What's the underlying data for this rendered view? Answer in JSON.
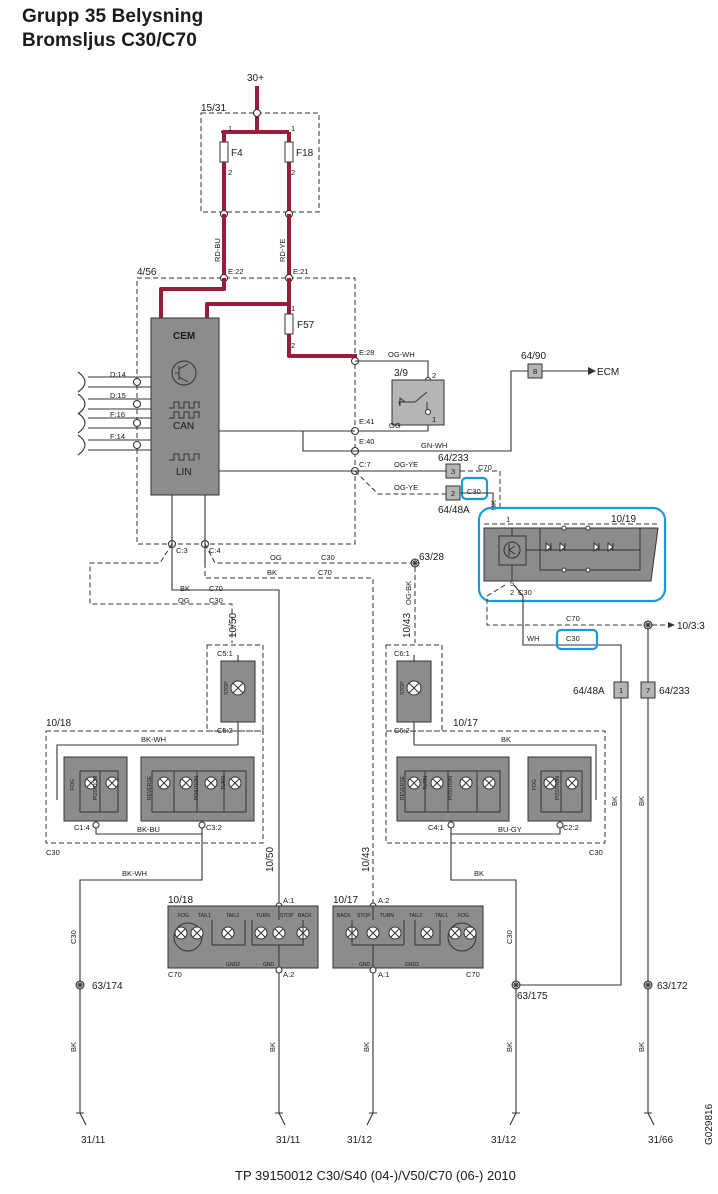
{
  "header": {
    "title_line1": "Grupp 35 Belysning",
    "title_line2": "Bromsljus C30/C70"
  },
  "footer": {
    "text": "TP 39150012 C30/S40 (04-)/V50/C70 (06-) 2010"
  },
  "drawing_id": "G029816",
  "colors": {
    "power_wire": "#9a1c3a",
    "highlight": "#1a9ad6",
    "module_fill": "#8c8c8c"
  },
  "labels": {
    "supply": "30+",
    "fusebox": "15/31",
    "fuse_f4": "F4",
    "fuse_f18": "F18",
    "fuse_f57": "F57",
    "pin1": "1",
    "pin2": "2",
    "pin1b": "1",
    "pin2b": "2",
    "pin1c": "1",
    "pin2c": "2",
    "wire_rd_bu": "RD-BU",
    "wire_rd_ye": "RD-YE",
    "cem_box": "4/56",
    "e22": "E:22",
    "e21": "E:21",
    "cem": "CEM",
    "can": "CAN",
    "lin": "LIN",
    "d14": "D:14",
    "d15": "D:15",
    "f16": "F:16",
    "f14": "F:14",
    "e28": "E:28",
    "e41": "E:41",
    "e40": "E:40",
    "c7": "C:7",
    "c3": "C:3",
    "c4": "C:4",
    "og_wh": "OG-WH",
    "og": "OG",
    "gn_wh": "GN-WH",
    "og_ye1": "OG-YE",
    "og_ye2": "OG-YE",
    "switch": "3/9",
    "sw_pin2": "2",
    "sw_pin1": "1",
    "ecm_conn": "64/90",
    "ecm_pin": "8",
    "ecm": "ECM",
    "conn_64_233": "64/233",
    "conn_64_48a": "64/48A",
    "pin3": "3",
    "pin2d": "2",
    "c70_a": "C70",
    "c30_a": "C30",
    "bk_a": "BK",
    "hmsl": "10/19",
    "hmsl_pin1": "1",
    "hmsl_pin5": "5",
    "hmsl_pin2": "2",
    "hmsl_c30": "C30",
    "splice_63_28": "63/28",
    "og_bk": "OG-BK",
    "og_c3": "OG",
    "c30_c3": "C30",
    "bk_c4": "BK",
    "c70_c4": "C70",
    "bk_b": "BK",
    "c70_b": "C70",
    "og_b": "OG",
    "c30_b": "C30",
    "c70_wire": "C70",
    "wh": "WH",
    "c30_wire": "C30",
    "splice_10_3_3": "10/3:3",
    "conn_64_48a_b": "64/48A",
    "pin1d": "1",
    "pin7": "7",
    "conn_64_233_b": "64/233",
    "lamp_10_50": "10/50",
    "lamp_10_43": "10/43",
    "c5_1": "C5:1",
    "c5_2": "C5:2",
    "c6_1": "C6:1",
    "c6_2": "C6:2",
    "stop": "STOP",
    "stop_b": "STOP",
    "rl_10_18": "10/18",
    "rr_10_17": "10/17",
    "bk_wh": "BK-WH",
    "bk_c": "BK",
    "c1_4": "C1:4",
    "c3_2": "C3:2",
    "bk_bu": "BK-BU",
    "c4_1": "C4:1",
    "c2_2": "C2:2",
    "bu_gy": "BU-GY",
    "c30_l": "C30",
    "c30_r": "C30",
    "fog_l": "FOG",
    "pos_l": "POSITION",
    "reverse_l": "REVERSE",
    "turn_l": "TURN",
    "pos_l2": "POSITION",
    "reverse_r": "REVERSE",
    "turn_r": "TURN",
    "pos_r": "POSITION",
    "fog_r": "FOG",
    "pos_r2": "POSITION",
    "bk_d": "BK",
    "bk_e": "BK",
    "bk_wh_b": "BK-WH",
    "bk_f": "BK",
    "bk_right1": "BK",
    "bk_right2": "BK",
    "lamp_10_50b": "10/50",
    "lamp_10_43b": "10/43",
    "rl70": "10/18",
    "rr70": "10/17",
    "a1_l": "A:1",
    "a2_l": "A:2",
    "a2_r": "A:2",
    "a1_r": "A:1",
    "fog_70l": "FOG",
    "tail1_l": "TAIL1",
    "tail2_l": "TAIL2",
    "turn_70l": "TURN",
    "stop_70l": "STOP",
    "back_70l": "BACK",
    "back_70r": "BACK",
    "stop_70r": "STOP",
    "turn_70r": "TURN",
    "tail2_r": "TAIL2",
    "tail1_r": "TAIL1",
    "fog_70r": "FOG",
    "gnd2_l": "GND2",
    "gnd_l": "GND",
    "gnd_r": "GND",
    "gnd2_r": "GND2",
    "c70_70l": "C70",
    "c70_70r": "C70",
    "c30_vert": "C30",
    "c30_vert2": "C30",
    "splice_63_174": "63/174",
    "splice_63_175": "63/175",
    "splice_63_172": "63/172",
    "bk_g1": "BK",
    "bk_g2": "BK",
    "bk_g3": "BK",
    "bk_g4": "BK",
    "bk_g5": "BK",
    "gnd_31_11a": "31/11",
    "gnd_31_11b": "31/11",
    "gnd_31_12a": "31/12",
    "gnd_31_12b": "31/12",
    "gnd_31_66": "31/66"
  }
}
